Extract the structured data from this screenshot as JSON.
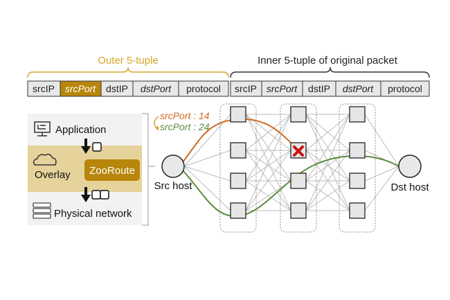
{
  "header": {
    "outer_label": "Outer 5-tuple",
    "inner_label": "Inner 5-tuple of original packet"
  },
  "outer_fields": [
    "srcIP",
    "srcPort",
    "dstIP",
    "dstPort",
    "protocol"
  ],
  "inner_fields": [
    "srcIP",
    "srcPort",
    "dstIP",
    "dstPort",
    "protocol"
  ],
  "stack": {
    "application": "Application",
    "overlay": "Overlay",
    "zooroute": "ZooRoute",
    "physical": "Physical network"
  },
  "ports": {
    "first": "srcPort : 14",
    "second": "srcPort : 24"
  },
  "hosts": {
    "src": "Src host",
    "dst": "Dst host"
  },
  "colors": {
    "gold": "#b8860b",
    "outer_label": "#d4a52a",
    "orange_path": "#d2691e",
    "green_path": "#5b8c3a",
    "failure": "#cc1111"
  }
}
